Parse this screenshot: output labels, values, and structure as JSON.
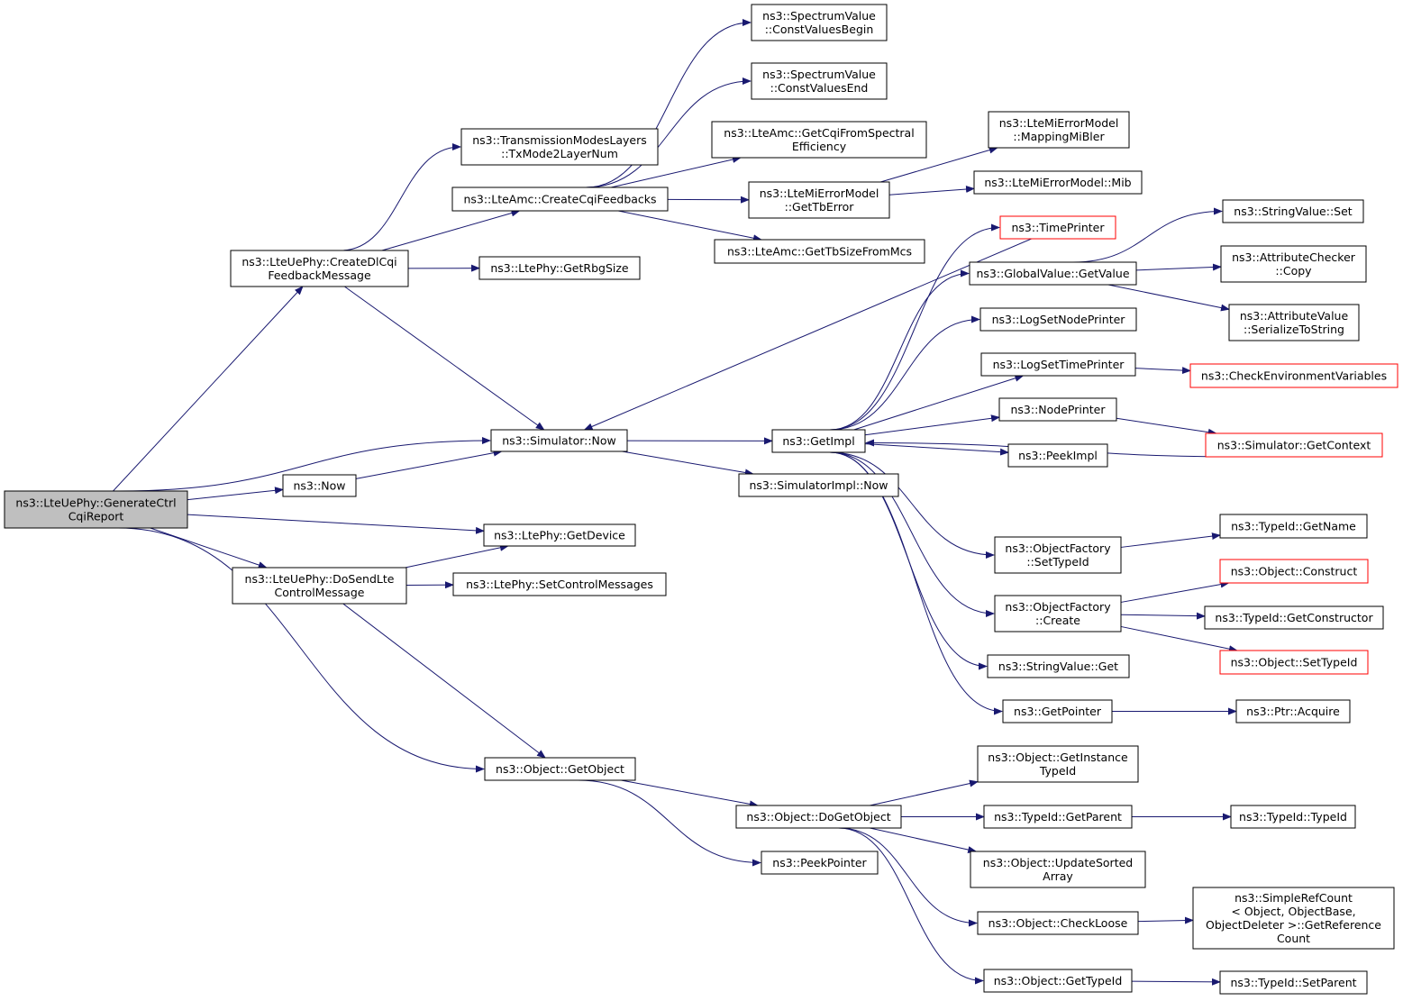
{
  "graph": {
    "edge_color": "#191970",
    "root_fill": "#bfbfbf",
    "ref_border_color": "#ff0000",
    "nodes": {
      "root": {
        "lines": [
          "ns3::LteUePhy::GenerateCtrl",
          "CqiReport"
        ]
      },
      "createdl": {
        "lines": [
          "ns3::LteUePhy::CreateDlCqi",
          "FeedbackMessage"
        ]
      },
      "now": {
        "lines": [
          "ns3::Now"
        ]
      },
      "simnow": {
        "lines": [
          "ns3::Simulator::Now"
        ]
      },
      "getdevice": {
        "lines": [
          "ns3::LtePhy::GetDevice"
        ]
      },
      "dosend": {
        "lines": [
          "ns3::LteUePhy::DoSendLte",
          "ControlMessage"
        ]
      },
      "getobject": {
        "lines": [
          "ns3::Object::GetObject"
        ]
      },
      "txmode": {
        "lines": [
          "ns3::TransmissionModesLayers",
          "::TxMode2LayerNum"
        ]
      },
      "createcqi": {
        "lines": [
          "ns3::LteAmc::CreateCqiFeedbacks"
        ]
      },
      "getrbg": {
        "lines": [
          "ns3::LtePhy::GetRbgSize"
        ]
      },
      "setctrl": {
        "lines": [
          "ns3::LtePhy::SetControlMessages"
        ]
      },
      "svbegin": {
        "lines": [
          "ns3::SpectrumValue",
          "::ConstValuesBegin"
        ]
      },
      "svend": {
        "lines": [
          "ns3::SpectrumValue",
          "::ConstValuesEnd"
        ]
      },
      "getcqi": {
        "lines": [
          "ns3::LteAmc::GetCqiFromSpectral",
          "Efficiency"
        ]
      },
      "gettberr": {
        "lines": [
          "ns3::LteMiErrorModel",
          "::GetTbError"
        ]
      },
      "gettbsize": {
        "lines": [
          "ns3::LteAmc::GetTbSizeFromMcs"
        ]
      },
      "mappingmi": {
        "lines": [
          "ns3::LteMiErrorModel",
          "::MappingMiBler"
        ]
      },
      "mib": {
        "lines": [
          "ns3::LteMiErrorModel::Mib"
        ]
      },
      "getimpl": {
        "lines": [
          "ns3::GetImpl"
        ]
      },
      "simimplnow": {
        "lines": [
          "ns3::SimulatorImpl::Now"
        ]
      },
      "timeprinter": {
        "lines": [
          "ns3::TimePrinter"
        ]
      },
      "globalget": {
        "lines": [
          "ns3::GlobalValue::GetValue"
        ]
      },
      "logsetnode": {
        "lines": [
          "ns3::LogSetNodePrinter"
        ]
      },
      "logsettime": {
        "lines": [
          "ns3::LogSetTimePrinter"
        ]
      },
      "nodeprinter": {
        "lines": [
          "ns3::NodePrinter"
        ]
      },
      "peekimpl": {
        "lines": [
          "ns3::PeekImpl"
        ]
      },
      "ofsettype": {
        "lines": [
          "ns3::ObjectFactory",
          "::SetTypeId"
        ]
      },
      "ofcreate": {
        "lines": [
          "ns3::ObjectFactory",
          "::Create"
        ]
      },
      "svget": {
        "lines": [
          "ns3::StringValue::Get"
        ]
      },
      "getpointer": {
        "lines": [
          "ns3::GetPointer"
        ]
      },
      "svset": {
        "lines": [
          "ns3::StringValue::Set"
        ]
      },
      "accopy": {
        "lines": [
          "ns3::AttributeChecker",
          "::Copy"
        ]
      },
      "avser": {
        "lines": [
          "ns3::AttributeValue",
          "::SerializeToString"
        ]
      },
      "checkenv": {
        "lines": [
          "ns3::CheckEnvironmentVariables"
        ]
      },
      "simctx": {
        "lines": [
          "ns3::Simulator::GetContext"
        ]
      },
      "tidname": {
        "lines": [
          "ns3::TypeId::GetName"
        ]
      },
      "objconstruct": {
        "lines": [
          "ns3::Object::Construct"
        ]
      },
      "tidctor": {
        "lines": [
          "ns3::TypeId::GetConstructor"
        ]
      },
      "objsettid": {
        "lines": [
          "ns3::Object::SetTypeId"
        ]
      },
      "ptracq": {
        "lines": [
          "ns3::Ptr::Acquire"
        ]
      },
      "dogetobj": {
        "lines": [
          "ns3::Object::DoGetObject"
        ]
      },
      "peekptr": {
        "lines": [
          "ns3::PeekPointer"
        ]
      },
      "getinst": {
        "lines": [
          "ns3::Object::GetInstance",
          "TypeId"
        ]
      },
      "tidparent": {
        "lines": [
          "ns3::TypeId::GetParent"
        ]
      },
      "updsorted": {
        "lines": [
          "ns3::Object::UpdateSorted",
          "Array"
        ]
      },
      "checkloose": {
        "lines": [
          "ns3::Object::CheckLoose"
        ]
      },
      "objgettid": {
        "lines": [
          "ns3::Object::GetTypeId"
        ]
      },
      "tidtid": {
        "lines": [
          "ns3::TypeId::TypeId"
        ]
      },
      "simplerc": {
        "lines": [
          "ns3::SimpleRefCount",
          "< Object, ObjectBase,",
          "ObjectDeleter >::GetReference",
          "Count"
        ]
      },
      "tidsetparent": {
        "lines": [
          "ns3::TypeId::SetParent"
        ]
      }
    }
  }
}
